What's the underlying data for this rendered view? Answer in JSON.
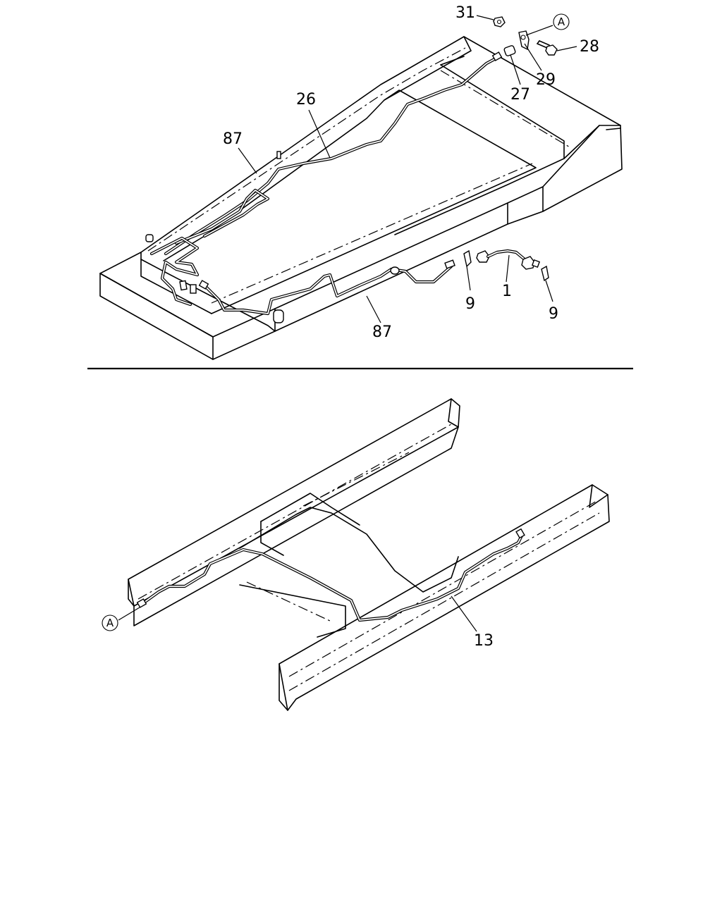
{
  "top_view": {
    "callouts": {
      "p31": "31",
      "p28": "28",
      "p29": "29",
      "p27": "27",
      "p26": "26",
      "p87_upper": "87",
      "p87_lower": "87",
      "p1": "1",
      "p9_left": "9",
      "p9_right": "9"
    },
    "ref_marker": "A"
  },
  "bottom_view": {
    "callouts": {
      "p13": "13"
    },
    "ref_marker": "A"
  }
}
